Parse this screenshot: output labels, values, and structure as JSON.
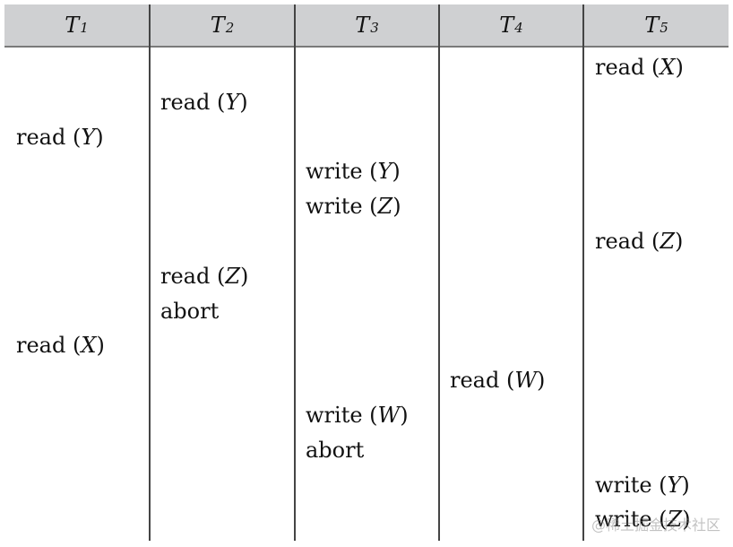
{
  "header": {
    "columns": [
      {
        "letter": "T",
        "index": "1"
      },
      {
        "letter": "T",
        "index": "2"
      },
      {
        "letter": "T",
        "index": "3"
      },
      {
        "letter": "T",
        "index": "4"
      },
      {
        "letter": "T",
        "index": "5"
      }
    ]
  },
  "schedule": [
    {
      "col": 4,
      "row": 0,
      "op": "read",
      "item": "X"
    },
    {
      "col": 1,
      "row": 1,
      "op": "read",
      "item": "Y"
    },
    {
      "col": 0,
      "row": 2,
      "op": "read",
      "item": "Y"
    },
    {
      "col": 2,
      "row": 3,
      "op": "write",
      "item": "Y"
    },
    {
      "col": 2,
      "row": 4,
      "op": "write",
      "item": "Z"
    },
    {
      "col": 4,
      "row": 5,
      "op": "read",
      "item": "Z"
    },
    {
      "col": 1,
      "row": 6,
      "op": "read",
      "item": "Z"
    },
    {
      "col": 1,
      "row": 7,
      "op": "abort",
      "item": ""
    },
    {
      "col": 0,
      "row": 8,
      "op": "read",
      "item": "X"
    },
    {
      "col": 3,
      "row": 9,
      "op": "read",
      "item": "W"
    },
    {
      "col": 2,
      "row": 10,
      "op": "write",
      "item": "W"
    },
    {
      "col": 2,
      "row": 11,
      "op": "abort",
      "item": ""
    },
    {
      "col": 4,
      "row": 12,
      "op": "write",
      "item": "Y"
    },
    {
      "col": 4,
      "row": 13,
      "op": "write",
      "item": "Z"
    }
  ],
  "watermark": "@稀土掘金技术社区"
}
